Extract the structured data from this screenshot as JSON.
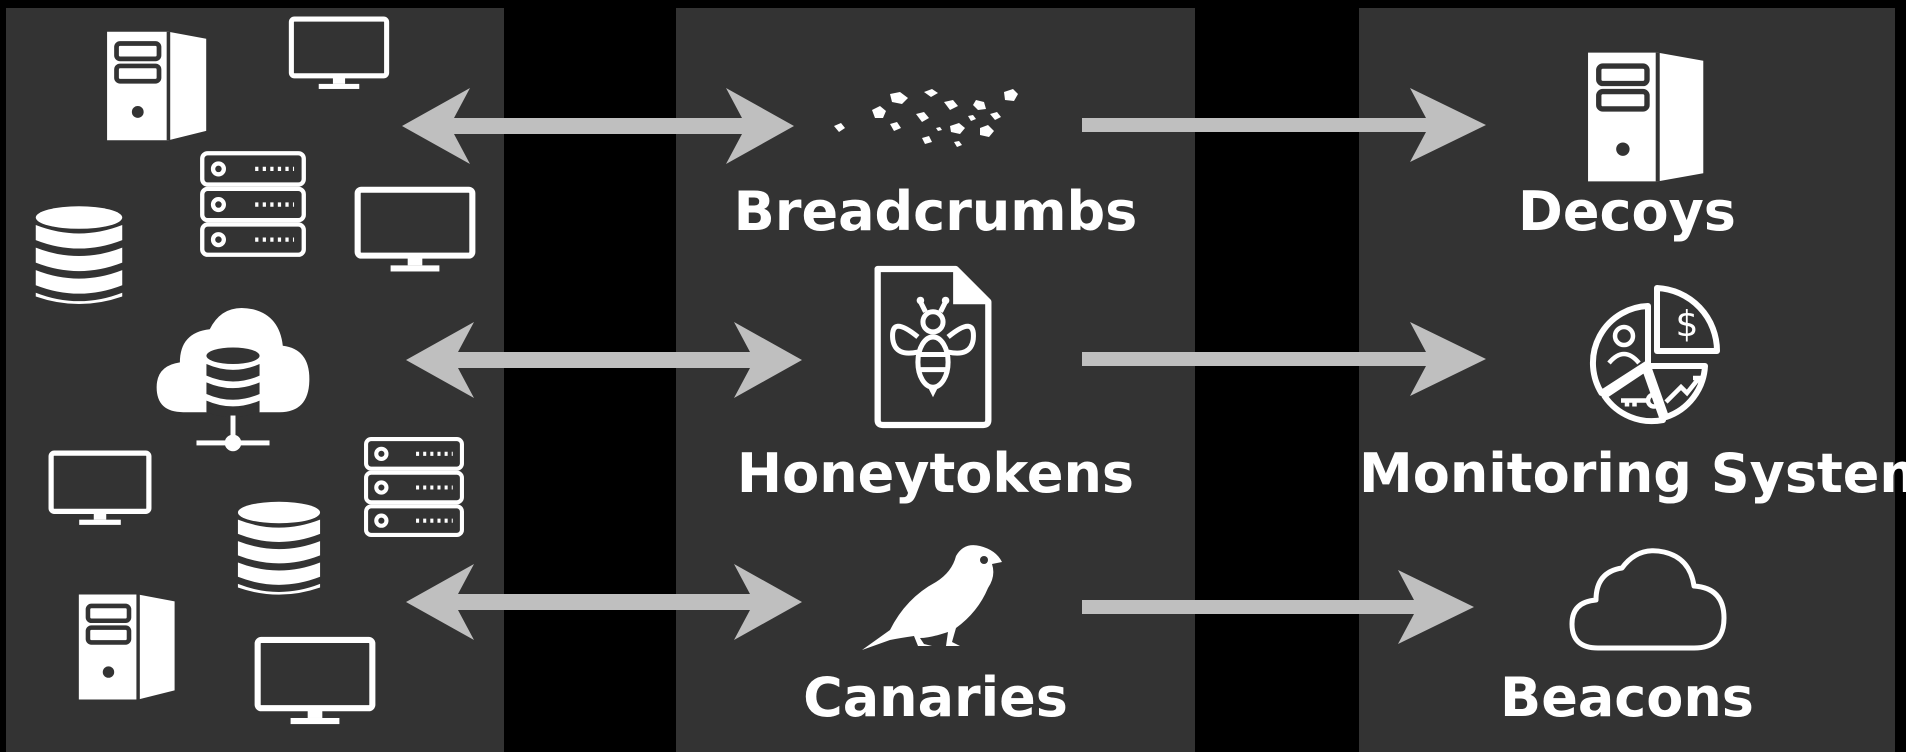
{
  "middle_column": {
    "breadcrumbs_label": "Breadcrumbs",
    "honeytokens_label": "Honeytokens",
    "canaries_label": "Canaries"
  },
  "right_column": {
    "decoys_label": "Decoys",
    "monitoring_label": "Monitoring System",
    "beacons_label": "Beacons"
  },
  "colors": {
    "panel": "#333333",
    "background": "#000000",
    "arrow": "#bfbfbf",
    "icon": "#ffffff"
  }
}
